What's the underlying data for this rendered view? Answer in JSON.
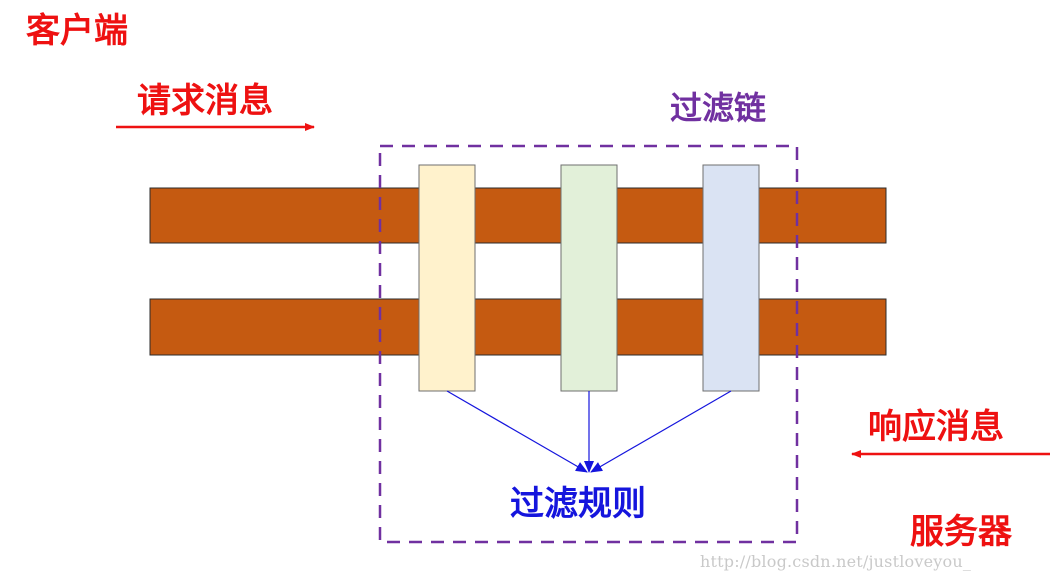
{
  "labels": {
    "client": "客户端",
    "request_message": "请求消息",
    "filter_chain": "过滤链",
    "response_message": "响应消息",
    "filter_rules": "过滤规则",
    "server": "服务器"
  },
  "watermark": "http://blog.csdn.net/justloveyou_",
  "colors": {
    "pipe": "#c55a11",
    "pipe_border": "#2b2b2b",
    "filter_1": "#fff2cc",
    "filter_2": "#e2f0d9",
    "filter_3": "#dae3f3",
    "chain_border": "#7030a0",
    "arrow_red": "#ee1111",
    "arrow_blue": "#1515dd"
  }
}
